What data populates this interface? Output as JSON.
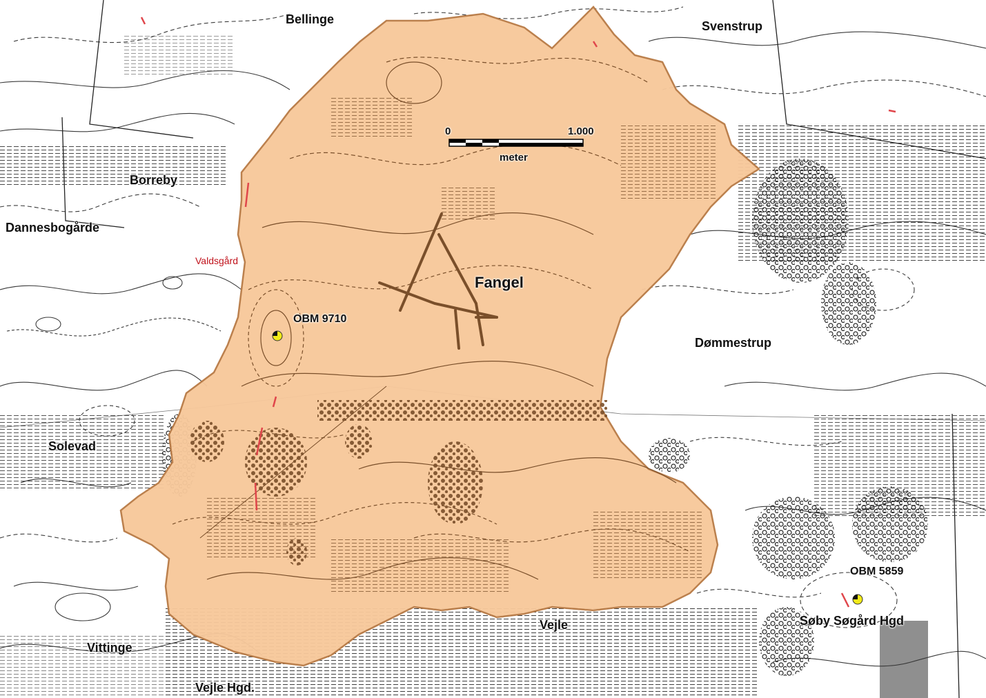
{
  "map": {
    "colors": {
      "study_area_fill": "#f7c89b",
      "study_area_border": "#b97b46",
      "topo_line": "#3a3a3a",
      "overlay_line": "#7a4f2a",
      "marker": "#f2ea19",
      "red_marks": "#e0464b"
    },
    "places": {
      "bellinge": "Bellinge",
      "svenstrup": "Svenstrup",
      "borreby": "Borreby",
      "dannesbogarde": "Dannesbogårde",
      "valdsgard": "Valdsgård",
      "fangel": "Fangel",
      "dommestrup": "Dømmestrup",
      "solevad": "Solevad",
      "vejle": "Vejle",
      "vittinge": "Vittinge",
      "vejle_hgd": "Vejle Hgd.",
      "soby_sogard_hgd": "Søby Søgård Hgd"
    },
    "markers": {
      "obm_9710": "OBM 9710",
      "obm_5859": "OBM 5859"
    },
    "scale_bar": {
      "start": "0",
      "end": "1.000",
      "unit": "meter"
    }
  }
}
